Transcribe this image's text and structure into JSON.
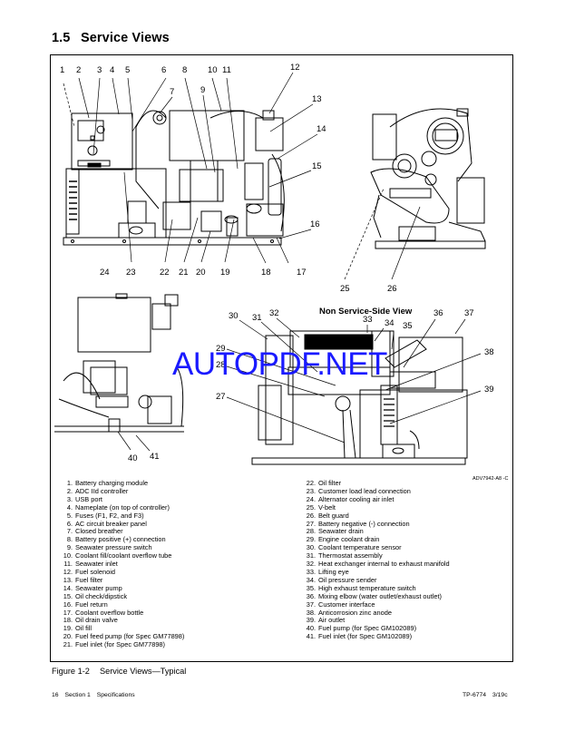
{
  "section": {
    "number": "1.5",
    "title": "Service Views"
  },
  "figure": {
    "label": "Figure 1-2",
    "caption": "Service Views—Typical",
    "drawing_code": "ADV7942-A8 -C",
    "non_service_view_heading": "Non Service-Side View",
    "watermark": "AUTOPDF.NET",
    "callouts_service_side": [
      "1",
      "2",
      "3",
      "4",
      "5",
      "6",
      "7",
      "8",
      "9",
      "10",
      "11",
      "12",
      "13",
      "14",
      "15",
      "16",
      "17",
      "18",
      "19",
      "20",
      "21",
      "22",
      "23",
      "24"
    ],
    "callouts_end_view": [
      "25",
      "26"
    ],
    "callouts_non_service": [
      "27",
      "28",
      "29",
      "30",
      "31",
      "32",
      "33",
      "34",
      "35",
      "36",
      "37",
      "38",
      "39"
    ],
    "callouts_partial_view": [
      "40",
      "41"
    ]
  },
  "legend": {
    "left": [
      {
        "n": "1.",
        "text": "Battery charging module"
      },
      {
        "n": "2.",
        "text": "ADC IId controller"
      },
      {
        "n": "3.",
        "text": "USB port"
      },
      {
        "n": "4.",
        "text": "Nameplate (on top of controller)"
      },
      {
        "n": "5.",
        "text": "Fuses (F1, F2, and F3)"
      },
      {
        "n": "6.",
        "text": "AC circuit breaker panel"
      },
      {
        "n": "7.",
        "text": "Closed breather"
      },
      {
        "n": "8.",
        "text": "Battery positive (+) connection"
      },
      {
        "n": "9.",
        "text": "Seawater pressure switch"
      },
      {
        "n": "10.",
        "text": "Coolant fill/coolant overflow tube"
      },
      {
        "n": "11.",
        "text": "Seawater inlet"
      },
      {
        "n": "12.",
        "text": "Fuel solenoid"
      },
      {
        "n": "13.",
        "text": "Fuel filter"
      },
      {
        "n": "14.",
        "text": "Seawater pump"
      },
      {
        "n": "15.",
        "text": "Oil check/dipstick"
      },
      {
        "n": "16.",
        "text": "Fuel return"
      },
      {
        "n": "17.",
        "text": "Coolant overflow bottle"
      },
      {
        "n": "18.",
        "text": "Oil drain valve"
      },
      {
        "n": "19.",
        "text": "Oil fill"
      },
      {
        "n": "20.",
        "text": "Fuel feed pump (for Spec GM77898)"
      },
      {
        "n": "21.",
        "text": "Fuel inlet (for Spec GM77898)"
      }
    ],
    "right": [
      {
        "n": "22.",
        "text": "Oil filter"
      },
      {
        "n": "23.",
        "text": "Customer load lead connection"
      },
      {
        "n": "24.",
        "text": "Alternator cooling air inlet"
      },
      {
        "n": "25.",
        "text": "V-belt"
      },
      {
        "n": "26.",
        "text": "Belt guard"
      },
      {
        "n": "27.",
        "text": "Battery negative (-) connection"
      },
      {
        "n": "28.",
        "text": "Seawater drain"
      },
      {
        "n": "29.",
        "text": "Engine coolant drain"
      },
      {
        "n": "30.",
        "text": "Coolant temperature sensor"
      },
      {
        "n": "31.",
        "text": "Thermostat assembly"
      },
      {
        "n": "32.",
        "text": "Heat exchanger internal to exhaust manifold"
      },
      {
        "n": "33.",
        "text": "Lifting eye"
      },
      {
        "n": "34.",
        "text": "Oil pressure sender"
      },
      {
        "n": "35.",
        "text": "High exhaust temperature switch"
      },
      {
        "n": "36.",
        "text": "Mixing elbow (water outlet/exhaust outlet)"
      },
      {
        "n": "37.",
        "text": "Customer interface"
      },
      {
        "n": "38.",
        "text": "Anticorrosion zinc anode"
      },
      {
        "n": "39.",
        "text": "Air outlet"
      },
      {
        "n": "40.",
        "text": "Fuel pump (for Spec GM102089)"
      },
      {
        "n": "41.",
        "text": "Fuel inlet (for Spec GM102089)"
      }
    ]
  },
  "footer": {
    "page_number": "16",
    "section_label": "Section 1",
    "section_name": "Specifications",
    "doc_id": "TP-6774",
    "revision": "3/19c"
  }
}
